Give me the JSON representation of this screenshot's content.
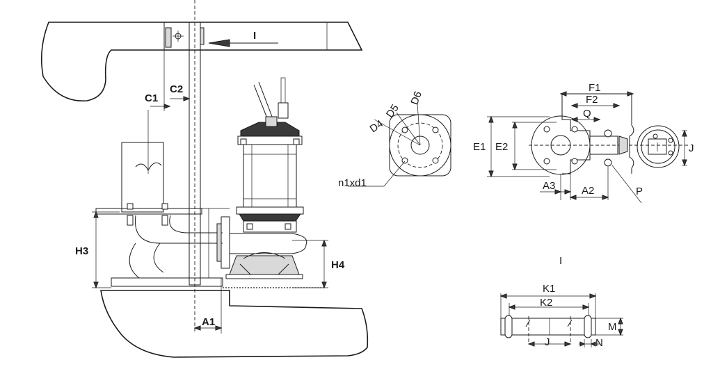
{
  "labels": {
    "view_marker": "I",
    "c1": "C1",
    "c2": "C2",
    "h3": "H3",
    "h4": "H4",
    "a1": "A1",
    "d6": "D6",
    "d5": "D5",
    "d4": "D4",
    "n1xd1": "n1xd1",
    "f1": "F1",
    "f2": "F2",
    "q": "Q",
    "e1": "E1",
    "e2": "E2",
    "j_top": "J",
    "a3": "A3",
    "a2": "A2",
    "p": "P",
    "view_i": "I",
    "k1": "K1",
    "k2": "K2",
    "m": "M",
    "j_bottom": "J",
    "n": "N"
  }
}
